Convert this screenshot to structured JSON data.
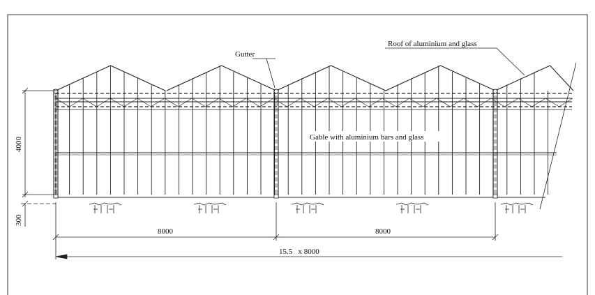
{
  "labels": {
    "gutter": "Gutter",
    "roof": "Roof of aluminium and glass",
    "gable": "Gable with aluminium bars and glass"
  },
  "dimensions": {
    "height": "4000",
    "foundation": "300",
    "span_1": "8000",
    "span_2": "8000",
    "total": "15.5   x 8000"
  }
}
